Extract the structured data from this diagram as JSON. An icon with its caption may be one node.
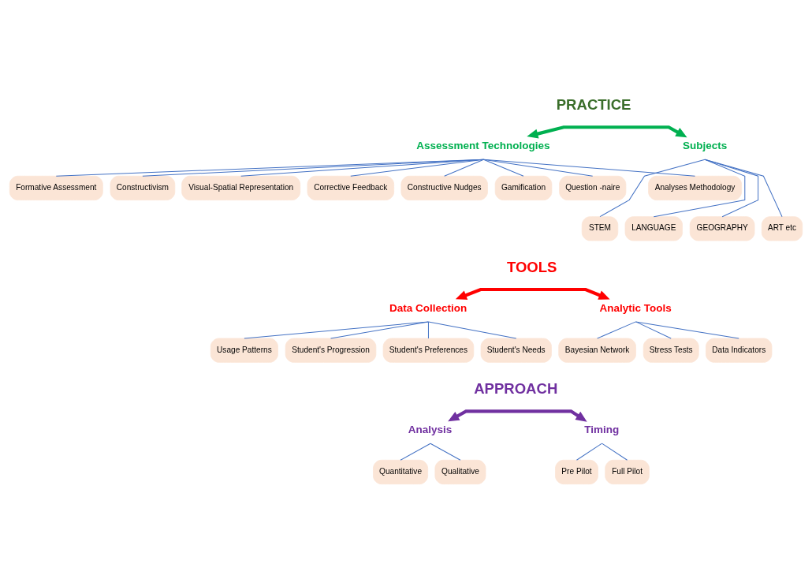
{
  "diagram": {
    "nodes": [
      {
        "text": [
          "Assessment Technologies"
        ]
      },
      {
        "text": [
          "Subjects"
        ]
      },
      {
        "text": [
          "Formative Assessment"
        ]
      },
      {
        "text": [
          "Constructivism"
        ]
      },
      {
        "text": [
          "Visual-Spatial Representation"
        ]
      },
      {
        "text": [
          "Corrective Feedback"
        ]
      },
      {
        "text": [
          "Constructive Nudges"
        ]
      },
      {
        "text": [
          "Gamification"
        ]
      },
      {
        "text": [
          "Question -naire"
        ]
      },
      {
        "text": [
          "Analyses Methodology"
        ]
      },
      {
        "text": [
          "STEM"
        ]
      },
      {
        "text": [
          "LANGUAGE"
        ]
      },
      {
        "text": [
          "GEOGRAPHY"
        ]
      },
      {
        "text": [
          "ART etc"
        ]
      },
      {
        "text": [
          "Data Collection"
        ]
      },
      {
        "text": [
          "Analytic Tools"
        ]
      },
      {
        "text": [
          "Usage Patterns"
        ]
      },
      {
        "text": [
          "Student's Progression"
        ]
      },
      {
        "text": [
          "Student's Preferences"
        ]
      },
      {
        "text": [
          "Student's Needs"
        ]
      },
      {
        "text": [
          "Bayesian Network"
        ]
      },
      {
        "text": [
          "Stress Tests"
        ]
      },
      {
        "text": [
          "Data Indicators"
        ]
      },
      {
        "text": [
          "Analysis"
        ]
      },
      {
        "text": [
          "Timing"
        ]
      },
      {
        "text": [
          "Quantitative"
        ]
      },
      {
        "text": [
          "Qualitative"
        ]
      },
      {
        "text": [
          "Pre Pilot"
        ]
      },
      {
        "text": [
          "Full Pilot"
        ]
      }
    ],
    "edges": [
      {
        "from": 0,
        "to": 1,
        "arrow": "both",
        "style": "thick",
        "color": "#00b050"
      },
      {
        "from": 0,
        "to": 2,
        "arrow": "none"
      },
      {
        "from": 0,
        "to": 3,
        "arrow": "none"
      },
      {
        "from": 0,
        "to": 4,
        "arrow": "none"
      },
      {
        "from": 0,
        "to": 5,
        "arrow": "none"
      },
      {
        "from": 0,
        "to": 6,
        "arrow": "none"
      },
      {
        "from": 0,
        "to": 7,
        "arrow": "none"
      },
      {
        "from": 0,
        "to": 8,
        "arrow": "none"
      },
      {
        "from": 0,
        "to": 9,
        "arrow": "none"
      },
      {
        "from": 1,
        "to": 10,
        "arrow": "none"
      },
      {
        "from": 1,
        "to": 11,
        "arrow": "none"
      },
      {
        "from": 1,
        "to": 12,
        "arrow": "none"
      },
      {
        "from": 1,
        "to": 13,
        "arrow": "none"
      },
      {
        "from": 14,
        "to": 15,
        "arrow": "both",
        "style": "thick",
        "color": "#ff0000"
      },
      {
        "from": 14,
        "to": 16,
        "arrow": "none"
      },
      {
        "from": 14,
        "to": 17,
        "arrow": "none"
      },
      {
        "from": 14,
        "to": 18,
        "arrow": "none"
      },
      {
        "from": 14,
        "to": 19,
        "arrow": "none"
      },
      {
        "from": 15,
        "to": 20,
        "arrow": "none"
      },
      {
        "from": 15,
        "to": 21,
        "arrow": "none"
      },
      {
        "from": 15,
        "to": 22,
        "arrow": "none"
      },
      {
        "from": 23,
        "to": 24,
        "arrow": "both",
        "style": "thick",
        "color": "#7030a0"
      },
      {
        "from": 23,
        "to": 25,
        "arrow": "none"
      },
      {
        "from": 23,
        "to": 26,
        "arrow": "none"
      },
      {
        "from": 24,
        "to": 27,
        "arrow": "none"
      },
      {
        "from": 24,
        "to": 28,
        "arrow": "none"
      }
    ],
    "labels": [
      "PRACTICE",
      "TOOLS",
      "APPROACH"
    ]
  }
}
